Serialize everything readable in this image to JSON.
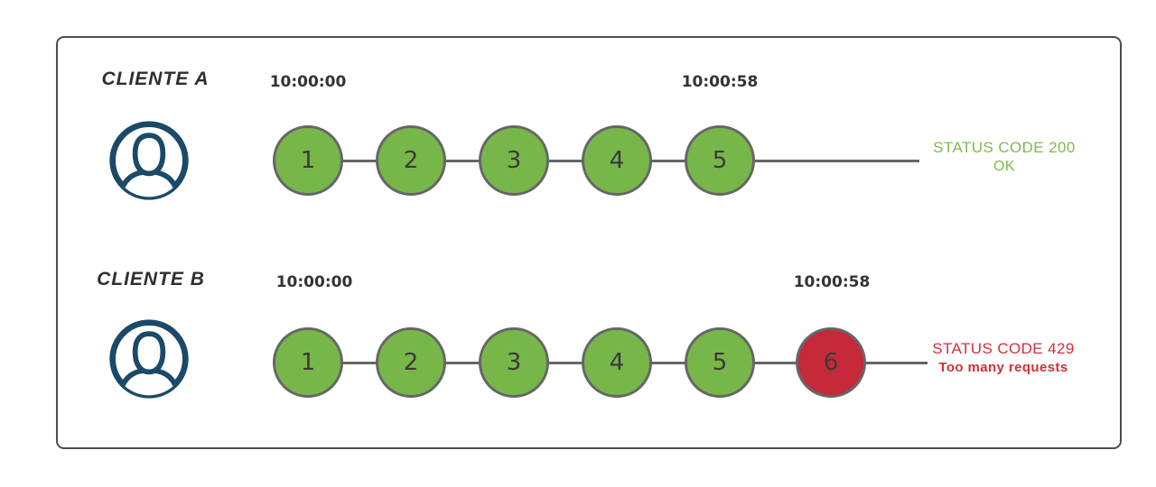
{
  "rows": [
    {
      "client_label": "CLIENTE A",
      "start_time": "10:00:00",
      "end_time": "10:00:58",
      "requests": [
        {
          "label": "1",
          "status": "success"
        },
        {
          "label": "2",
          "status": "success"
        },
        {
          "label": "3",
          "status": "success"
        },
        {
          "label": "4",
          "status": "success"
        },
        {
          "label": "5",
          "status": "success"
        }
      ],
      "status": {
        "line1": "STATUS CODE 200",
        "line2": "OK",
        "type": "success"
      }
    },
    {
      "client_label": "CLIENTE B",
      "start_time": "10:00:00",
      "end_time": "10:00:58",
      "requests": [
        {
          "label": "1",
          "status": "success"
        },
        {
          "label": "2",
          "status": "success"
        },
        {
          "label": "3",
          "status": "success"
        },
        {
          "label": "4",
          "status": "success"
        },
        {
          "label": "5",
          "status": "success"
        },
        {
          "label": "6",
          "status": "error"
        }
      ],
      "status": {
        "line1": "STATUS CODE 429",
        "line2": "Too many requests",
        "type": "error"
      }
    }
  ],
  "colors": {
    "success_circle": "#77b74a",
    "error_circle": "#c5293a",
    "success_text": "#7dbb4c",
    "error_text": "#d22f3c",
    "line_gray": "#666666",
    "avatar_blue": "#1a4a68",
    "timestamp_text": "#333333"
  }
}
